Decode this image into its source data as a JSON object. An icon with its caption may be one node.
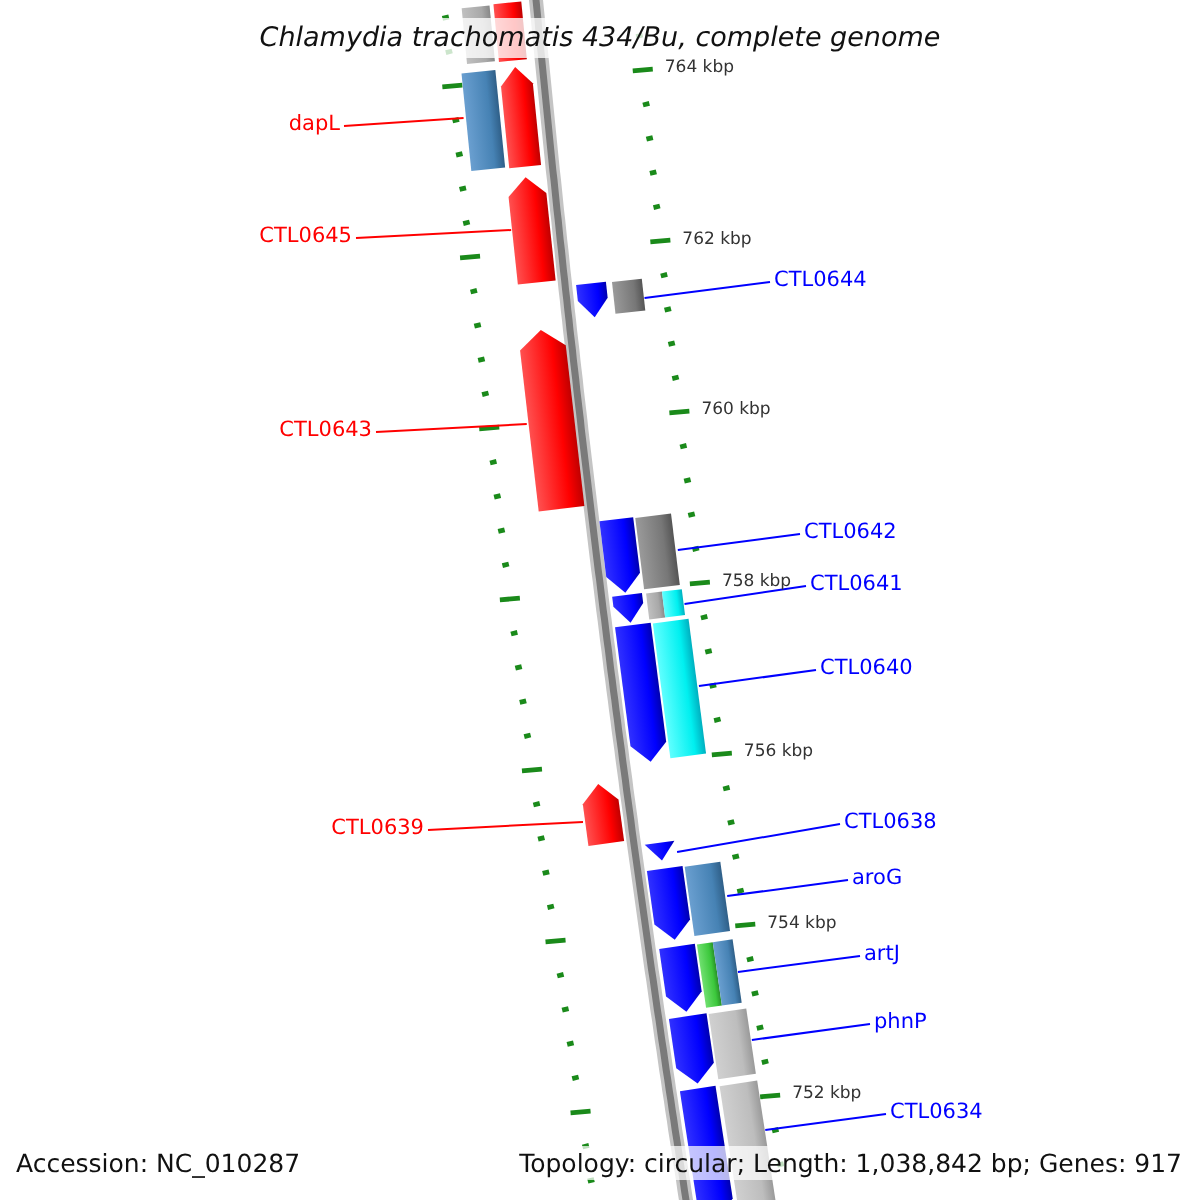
{
  "diagram": {
    "title": "Chlamydia trachomatis 434/Bu, complete genome",
    "nodes": [
      {
        "text": [],
        "shape": "box"
      },
      {
        "text": [
          "dapL"
        ]
      },
      {
        "text": [],
        "shape": "arrow"
      },
      {
        "text": [
          "CTL0645"
        ]
      },
      {
        "text": [],
        "shape": "arrow"
      },
      {
        "text": [
          "CTL0644"
        ]
      },
      {
        "text": [],
        "shape": "arrow"
      },
      {
        "text": [
          "CTL0643"
        ]
      },
      {
        "text": [],
        "shape": "arrow"
      },
      {
        "text": [
          "CTL0642"
        ]
      },
      {
        "text": [],
        "shape": "arrow"
      },
      {
        "text": [
          "CTL0641"
        ]
      },
      {
        "text": [],
        "shape": "arrow"
      },
      {
        "text": [
          "CTL0640"
        ]
      },
      {
        "text": [],
        "shape": "arrow"
      },
      {
        "text": [
          "CTL0639"
        ]
      },
      {
        "text": [],
        "shape": "arrow"
      },
      {
        "text": [
          "CTL0638"
        ]
      },
      {
        "text": [],
        "shape": "arrow"
      },
      {
        "text": [
          "aroG"
        ]
      },
      {
        "text": [],
        "shape": "arrow"
      },
      {
        "text": [
          "artJ"
        ]
      },
      {
        "text": [],
        "shape": "arrow"
      },
      {
        "text": [
          "phnP"
        ]
      },
      {
        "text": [],
        "shape": "arrow"
      },
      {
        "text": [
          "CTL0634"
        ]
      },
      {
        "text": [],
        "shape": "arrow"
      }
    ],
    "edges": [
      {
        "from": 1,
        "to": 2,
        "arrow": "none",
        "color": "#ff0000"
      },
      {
        "from": 3,
        "to": 4,
        "arrow": "none",
        "color": "#ff0000"
      },
      {
        "from": 5,
        "to": 6,
        "arrow": "none"
      },
      {
        "from": 7,
        "to": 8,
        "arrow": "none",
        "color": "#ff0000"
      },
      {
        "from": 9,
        "to": 10,
        "arrow": "none"
      },
      {
        "from": 11,
        "to": 12,
        "arrow": "none"
      },
      {
        "from": 13,
        "to": 14,
        "arrow": "none"
      },
      {
        "from": 15,
        "to": 16,
        "arrow": "none",
        "color": "#ff0000"
      },
      {
        "from": 17,
        "to": 18,
        "arrow": "none"
      },
      {
        "from": 19,
        "to": 20,
        "arrow": "none"
      },
      {
        "from": 21,
        "to": 22,
        "arrow": "none"
      },
      {
        "from": 23,
        "to": 24,
        "arrow": "none"
      },
      {
        "from": 25,
        "to": 26,
        "arrow": "none"
      }
    ],
    "labels": [
      "764 kbp",
      "762 kbp",
      "760 kbp",
      "758 kbp",
      "756 kbp",
      "754 kbp",
      "752 kbp",
      "Accession: NC_010287",
      "Topology: circular; Length: 1,038,842 bp; Genes: 917"
    ]
  }
}
